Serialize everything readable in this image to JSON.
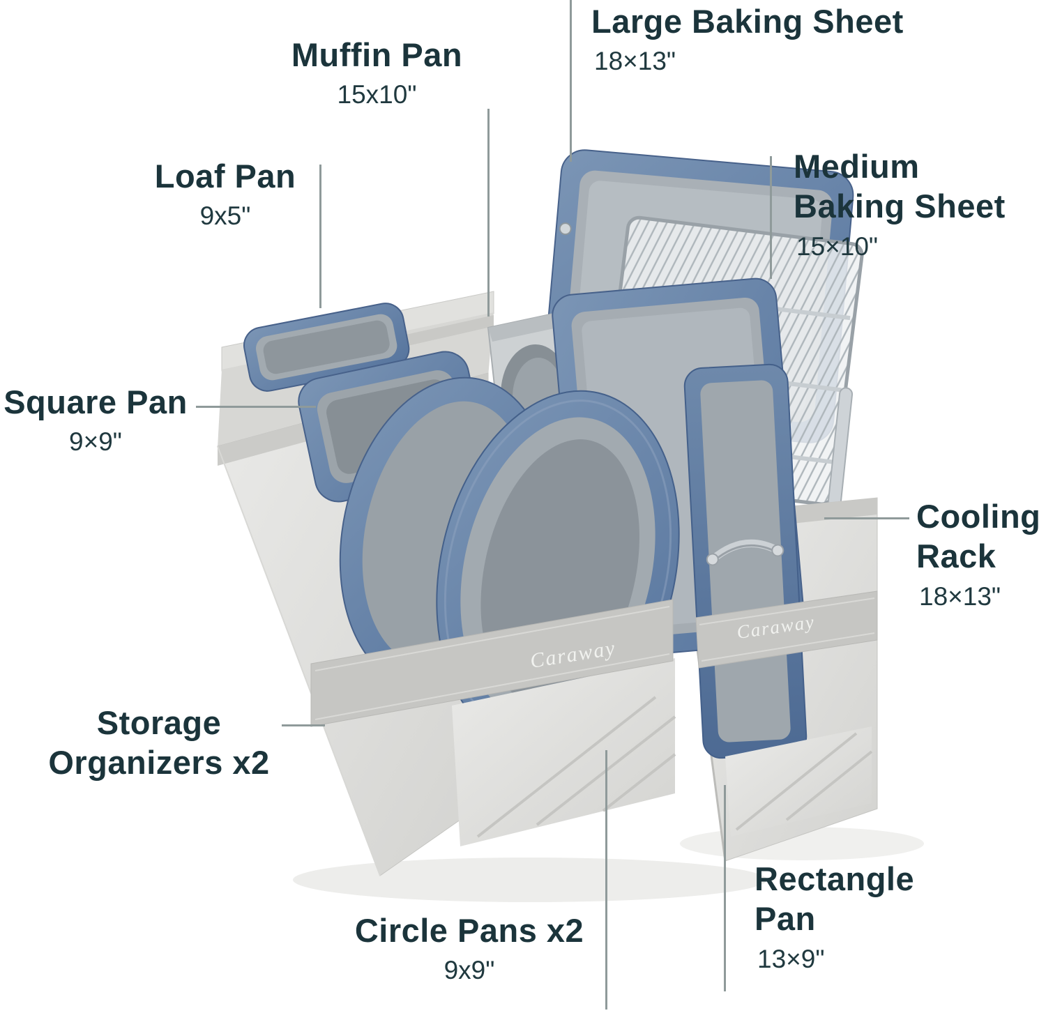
{
  "product": {
    "brand": "Caraway"
  },
  "callouts": {
    "large_baking_sheet": {
      "title": "Large Baking Sheet",
      "size": "18×13\""
    },
    "muffin_pan": {
      "title": "Muffin Pan",
      "size": "15x10\""
    },
    "loaf_pan": {
      "title": "Loaf Pan",
      "size": "9x5\""
    },
    "medium_baking_sheet": {
      "title": "Medium Baking Sheet",
      "size": "15×10\""
    },
    "square_pan": {
      "title": "Square Pan",
      "size": "9×9\""
    },
    "cooling_rack": {
      "title": "Cooling Rack",
      "size": "18×13\""
    },
    "storage_organizers": {
      "title": "Storage Organizers x2"
    },
    "rectangle_pan": {
      "title": "Rectangle Pan",
      "size": "13×9\""
    },
    "circle_pans": {
      "title": "Circle Pans x2",
      "size": "9x9\""
    }
  }
}
